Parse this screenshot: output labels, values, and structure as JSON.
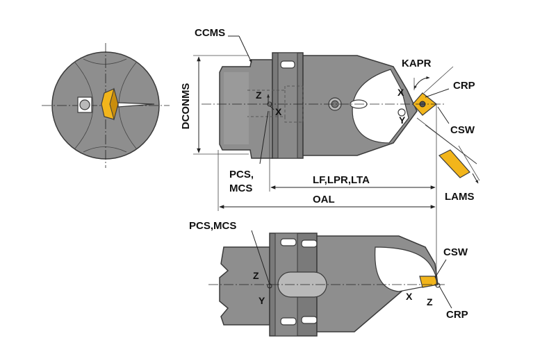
{
  "labels": {
    "ccms": "CCMS",
    "dconms": "DCONMS",
    "kapr": "KAPR",
    "crp_top": "CRP",
    "csw_top": "CSW",
    "lams": "LAMS",
    "pcs_mcs_top": "PCS,\nMCS",
    "pcs_top_line1": "PCS,",
    "pcs_top_line2": "MCS",
    "lf_lpr_lta": "LF,LPR,LTA",
    "oal": "OAL",
    "pcs_mcs_bottom": "PCS,MCS",
    "csw_bottom": "CSW",
    "crp_bottom": "CRP"
  },
  "axes": {
    "top_z": "Z",
    "top_x": "X",
    "tip_x": "X",
    "tip_y": "Y",
    "bottom_z": "Z",
    "bottom_y": "Y",
    "bottom_tip_x": "X",
    "bottom_tip_z": "Z"
  },
  "colors": {
    "body": "#8e8e8e",
    "insert": "#f2b51b",
    "line": "#222222"
  }
}
